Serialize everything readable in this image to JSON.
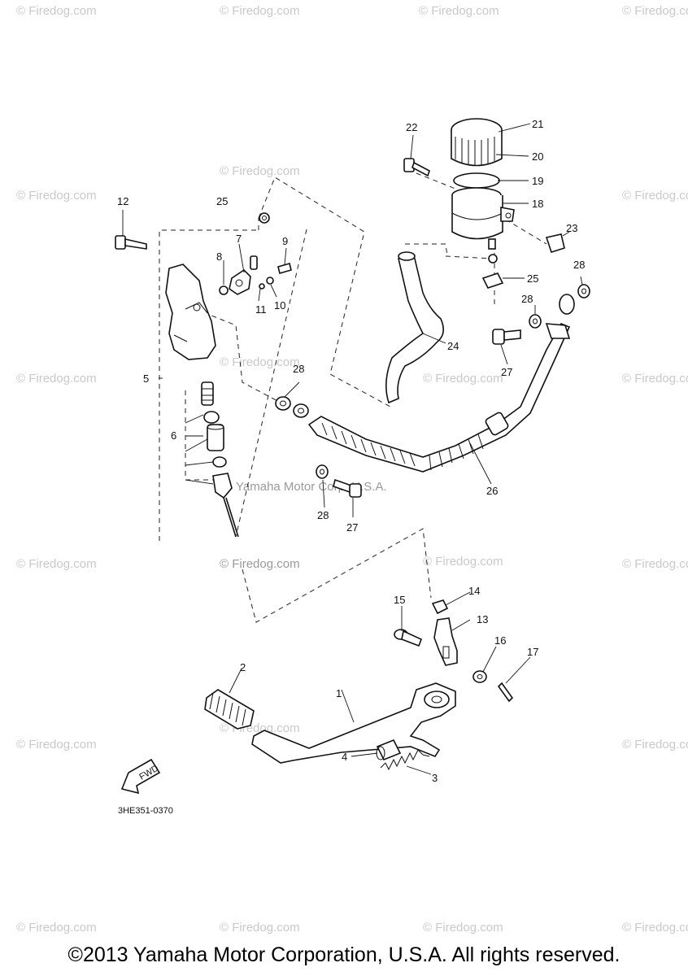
{
  "diagram": {
    "code": "3HE351-0370",
    "fwd_label": "FWD",
    "part_labels": {
      "p1": "1",
      "p2": "2",
      "p3": "3",
      "p4": "4",
      "p5": "5",
      "p6": "6",
      "p7": "7",
      "p8": "8",
      "p9": "9",
      "p10": "10",
      "p11": "11",
      "p12": "12",
      "p13": "13",
      "p14": "14",
      "p15": "15",
      "p16": "16",
      "p17": "17",
      "p18": "18",
      "p19": "19",
      "p20": "20",
      "p21": "21",
      "p22": "22",
      "p23": "23",
      "p24": "24",
      "p25a": "25",
      "p25b": "25",
      "p26": "26",
      "p27a": "27",
      "p27b": "27",
      "p28a": "28",
      "p28b": "28",
      "p28c": "28",
      "p28d": "28"
    }
  },
  "watermarks": {
    "site": "© Firedog.com",
    "corp": "Yamaha Motor Corp. U.S.A."
  },
  "copyright": "©2013 Yamaha Motor Corporation, U.S.A. All rights reserved."
}
